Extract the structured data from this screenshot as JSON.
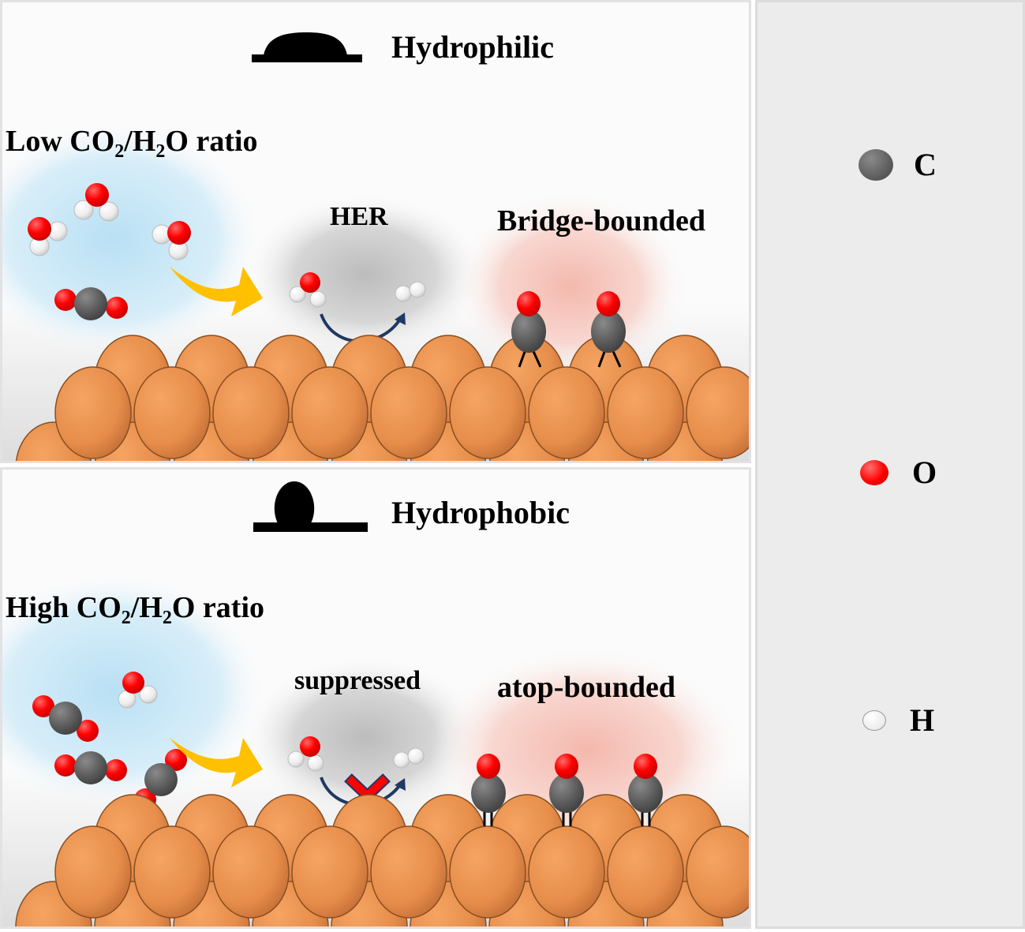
{
  "panels": {
    "top": {
      "wettability_label": "Hydrophilic",
      "wettability_icon": "droplet-spread-icon",
      "ratio_prefix": "Low CO",
      "ratio_sub1": "2",
      "ratio_mid": "/H",
      "ratio_sub2": "2",
      "ratio_suffix": "O ratio",
      "reaction_label": "HER",
      "adsorption_label": "Bridge-bounded"
    },
    "bottom": {
      "wettability_label": "Hydrophobic",
      "wettability_icon": "droplet-bead-icon",
      "ratio_prefix": "High CO",
      "ratio_sub1": "2",
      "ratio_mid": "/H",
      "ratio_sub2": "2",
      "ratio_suffix": "O ratio",
      "reaction_label": "suppressed",
      "adsorption_label": "atop-bounded"
    }
  },
  "legend": {
    "items": [
      {
        "label": "C",
        "color": "#5f5f5f"
      },
      {
        "label": "O",
        "color": "#ff0000"
      },
      {
        "label": "H",
        "color": "#f2f2f2"
      }
    ]
  },
  "colors": {
    "copper": "#e8904c",
    "copper_edge": "#8a4f22",
    "carbon": "#5f5f5f",
    "oxygen": "#ff0000",
    "hydrogen": "#f2f2f2",
    "arrow_yellow": "#ffc000",
    "curve_arrow": "#1f3864",
    "cross": "#ff0000",
    "water_glow": "#bfe3f5",
    "reaction_glow": "#bdbdbd",
    "adsorption_glow": "#f4b8ad"
  }
}
